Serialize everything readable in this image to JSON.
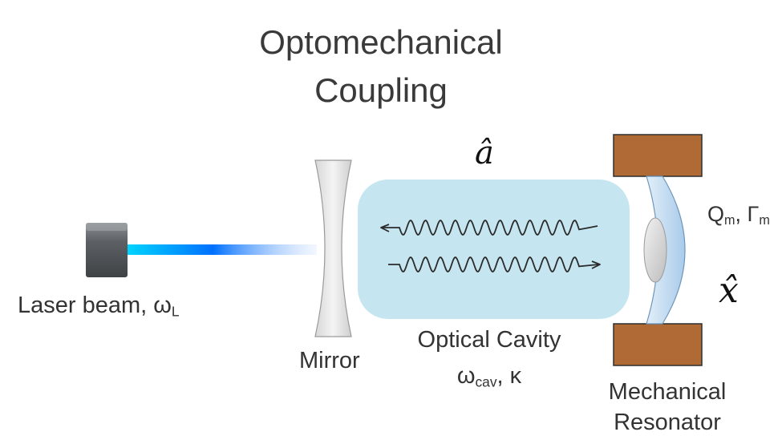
{
  "title": {
    "line1": "Optomechanical",
    "line2": "Coupling"
  },
  "laser": {
    "label": "Laser beam, ω",
    "subscript": "L"
  },
  "mirror": {
    "label": "Mirror"
  },
  "cavity": {
    "operator": "â",
    "label": "Optical Cavity",
    "params_omega": "ω",
    "params_omega_sub": "cav",
    "params_kappa": ", κ"
  },
  "resonator": {
    "label_line1": "Mechanical",
    "label_line2": "Resonator",
    "operator": "x̂",
    "q_symbol": "Q",
    "q_sub": "m",
    "gamma_symbol": ", Γ",
    "gamma_sub": "m"
  },
  "colors": {
    "cavity_fill": "#c5e6f0",
    "laser_beam": "#00a8ff",
    "clamp": "#b06a35",
    "resonator_fill": "#b9d6ee",
    "laser_body": "#5a5d60"
  }
}
